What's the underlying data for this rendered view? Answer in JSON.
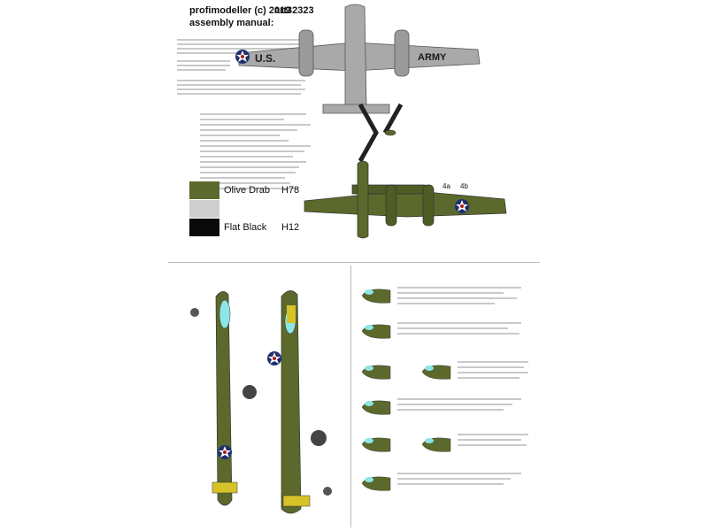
{
  "header": {
    "brand": "profimodeller (c) 2019",
    "subtitle": "assembly manual:",
    "code": "art32323"
  },
  "markings": {
    "wing_left": "U.S.",
    "wing_right": "ARMY",
    "callout_a": "4a",
    "callout_b": "4b"
  },
  "legend": [
    {
      "name": "Olive Drab",
      "code": "H78",
      "color": "#5b6a2c"
    },
    {
      "name": "",
      "code": "",
      "color": "#cfcfcf"
    },
    {
      "name": "Flat Black",
      "code": "H12",
      "color": "#0a0a0a"
    }
  ],
  "colors": {
    "olive": "#5b6a2c",
    "olive_dark": "#46521f",
    "grey": "#a9a9a9",
    "grey_dark": "#7d7d7d",
    "roundel_blue": "#1f2f6e",
    "roundel_red": "#b11a1a",
    "glass": "#8ee5e5",
    "yellow": "#d8c22a"
  }
}
